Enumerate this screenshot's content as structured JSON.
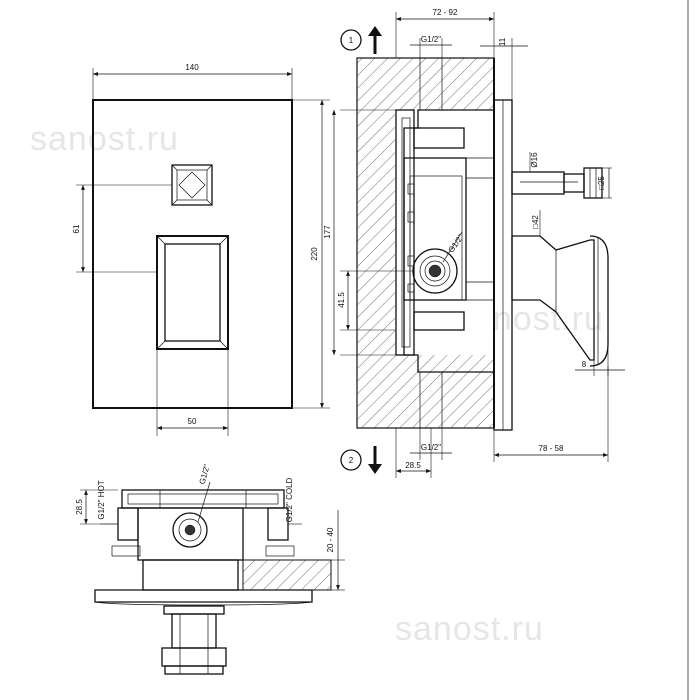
{
  "watermark": "sanost.ru",
  "front_view": {
    "width": "140",
    "height": "220",
    "handle_offset": "61",
    "lever_width": "50"
  },
  "side_view": {
    "depth": "72 - 92",
    "thread_top": "G1/2\"",
    "offset_top": "11",
    "height_inner": "177",
    "depth_outer": "78 - 58",
    "pipe_diameter": "Ø16",
    "nut_square": "□25",
    "cap_square": "□42",
    "connector_height": "41.5",
    "plate_thickness": "8",
    "thread_bottom": "G1/2\"",
    "bottom_offset": "28.5",
    "inner_thread": "G1/2\"",
    "outlet_1": "1",
    "outlet_2": "2"
  },
  "bottom_view": {
    "hot_offset": "28.5",
    "hot_label": "G1/2\" HOT",
    "cold_label": "G1/2\" COLD",
    "center_thread": "G1/2\"",
    "wall_range": "20 - 40"
  }
}
